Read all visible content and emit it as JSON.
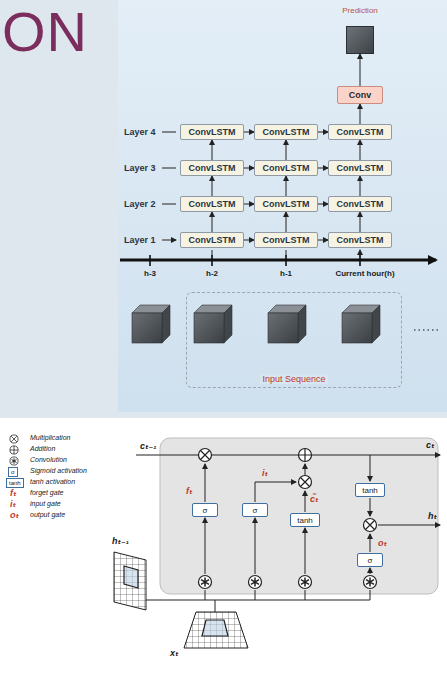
{
  "diagram": {
    "title": "ON",
    "nodes": [
      {
        "text": [
          "Prediction"
        ]
      },
      {
        "text": [
          "Conv"
        ]
      },
      {
        "text": [
          "ConvLSTM"
        ]
      },
      {
        "text": [
          "ConvLSTM"
        ]
      },
      {
        "text": [
          "ConvLSTM"
        ]
      },
      {
        "text": [
          "ConvLSTM"
        ]
      },
      {
        "text": [
          "ConvLSTM"
        ]
      },
      {
        "text": [
          "ConvLSTM"
        ]
      },
      {
        "text": [
          "ConvLSTM"
        ]
      },
      {
        "text": [
          "ConvLSTM"
        ]
      },
      {
        "text": [
          "ConvLSTM"
        ]
      },
      {
        "text": [
          "ConvLSTM"
        ]
      },
      {
        "text": [
          "ConvLSTM"
        ]
      },
      {
        "text": [
          "ConvLSTM"
        ]
      },
      {
        "text": [
          "Input Sequence"
        ]
      },
      {
        "text": [
          "σ"
        ]
      },
      {
        "text": [
          "σ"
        ]
      },
      {
        "text": [
          "tanh"
        ]
      },
      {
        "text": [
          "tanh"
        ]
      },
      {
        "text": [
          "σ"
        ]
      }
    ],
    "edges": [
      {
        "from": 1,
        "to": 0,
        "arrow": "to"
      },
      {
        "from": 4,
        "to": 1,
        "arrow": "to"
      },
      {
        "from": 2,
        "to": 3,
        "arrow": "to"
      },
      {
        "from": 3,
        "to": 4,
        "arrow": "to"
      },
      {
        "from": 5,
        "to": 6,
        "arrow": "to"
      },
      {
        "from": 6,
        "to": 7,
        "arrow": "to"
      },
      {
        "from": 8,
        "to": 9,
        "arrow": "to"
      },
      {
        "from": 9,
        "to": 10,
        "arrow": "to"
      },
      {
        "from": 11,
        "to": 12,
        "arrow": "to"
      },
      {
        "from": 12,
        "to": 13,
        "arrow": "to"
      },
      {
        "from": 11,
        "to": 8,
        "arrow": "to"
      },
      {
        "from": 8,
        "to": 5,
        "arrow": "to"
      },
      {
        "from": 5,
        "to": 2,
        "arrow": "to"
      },
      {
        "from": 12,
        "to": 9,
        "arrow": "to"
      },
      {
        "from": 9,
        "to": 6,
        "arrow": "to"
      },
      {
        "from": 6,
        "to": 3,
        "arrow": "to"
      },
      {
        "from": 13,
        "to": 10,
        "arrow": "to"
      },
      {
        "from": 10,
        "to": 7,
        "arrow": "to"
      },
      {
        "from": 7,
        "to": 4,
        "arrow": "to"
      }
    ],
    "labels": [
      "Layer 4",
      "Layer 3",
      "Layer 2",
      "Layer 1",
      "h-3",
      "h-2",
      "h-1",
      "Current hour(h)",
      "σ",
      "tanh",
      "fₜ",
      "iₜ",
      "oₜ",
      "cₜ₋₁",
      "fₜ",
      "iₜ",
      "c̃ₜ",
      "oₜ",
      "hₜ₋₁",
      "xₜ",
      "cₜ",
      "hₜ"
    ],
    "legend": [
      {
        "text": "Multiplication"
      },
      {
        "text": "Addition"
      },
      {
        "text": "Convolution"
      },
      {
        "text": "Sigmoid activation"
      },
      {
        "text": "tanh activation"
      },
      {
        "text": "forget gate"
      },
      {
        "text": "input gate"
      },
      {
        "text": "output gate"
      }
    ]
  }
}
